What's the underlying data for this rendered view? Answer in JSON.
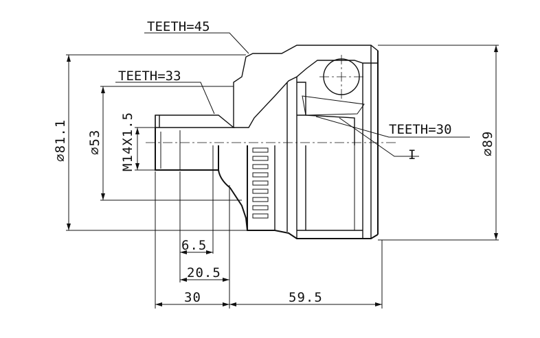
{
  "labels": {
    "teeth_outer": "TEETH=45",
    "teeth_shaft": "TEETH=33",
    "teeth_inner": "TEETH=30",
    "diam_left": "⌀81.1",
    "diam_shaft": "⌀53",
    "thread": "M14X1.5",
    "diam_right": "⌀89",
    "detail_mark": "I",
    "len_a": "6.5",
    "len_b": "20.5",
    "len_c": "30",
    "len_d": "59.5"
  },
  "colors": {
    "ink": "#111111",
    "background": "#ffffff"
  }
}
